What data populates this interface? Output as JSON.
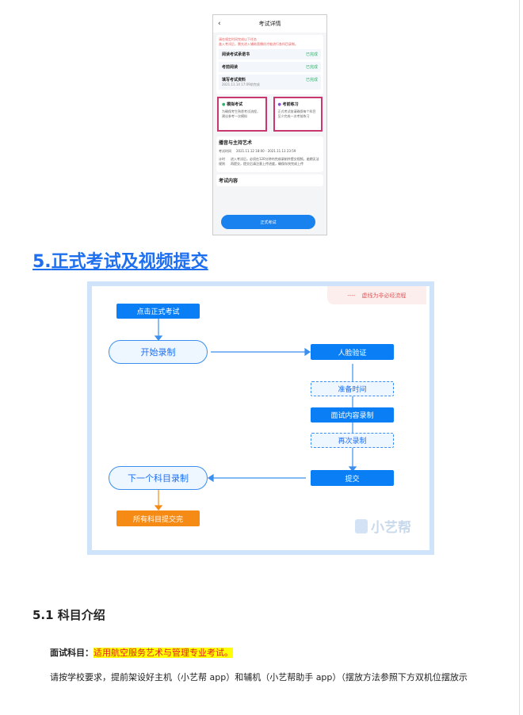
{
  "phone": {
    "title": "考试详情",
    "warning1": "请在规定时间完成以下任务",
    "warning2": "進入考试后，需先进入辅助直播机才能进行各科目录制。",
    "tasks": [
      {
        "label": "阅读考试承诺书",
        "status": "已完成"
      },
      {
        "label": "考前阅读",
        "status": "已完成"
      },
      {
        "label": "填写考试资料",
        "status": "已完成",
        "sub": "2021.11.14 17:09前完成"
      }
    ],
    "mock": {
      "label": "模拟考试",
      "desc": "为确保考生熟悉考试流程，建议参考一次模拟"
    },
    "practice": {
      "label": "考前练习",
      "desc": "正式考试前请确保每个科目至少完成一次考前练习"
    },
    "subject": "播音与主持艺术",
    "time_label": "考试时间",
    "time_value": "2021.11.12 18:00 - 2021.11.13 23:59",
    "plan_label": "计时规则",
    "plan_value": "进入考试后，必须在120分钟内完成录制并提交视频，逾期无法再提交，提交后请注意上传进度，确保存快完成上传",
    "content_label": "考试内容",
    "start_button": "正式考试"
  },
  "heading": {
    "num": "5.",
    "title": "正式考试及视频提交"
  },
  "flow": {
    "legend_line": "----",
    "legend": "虚线为非必经流程",
    "click": "点击正式考试",
    "start": "开始录制",
    "face": "人脸验证",
    "prep": "准备时间",
    "record": "面试内容录制",
    "again": "再次录制",
    "submit": "提交",
    "next": "下一个科目录制",
    "all": "所有科目提交完",
    "logo": "小艺帮"
  },
  "section": {
    "title": "5.1 科目介绍",
    "label": "面试科目：",
    "subject": "适用航空服务艺术与管理专业考试。",
    "para": "请按学校要求，提前架设好主机（小艺帮 app）和辅机（小艺帮助手 app）（摆放方法参照下方双机位摆放示"
  }
}
